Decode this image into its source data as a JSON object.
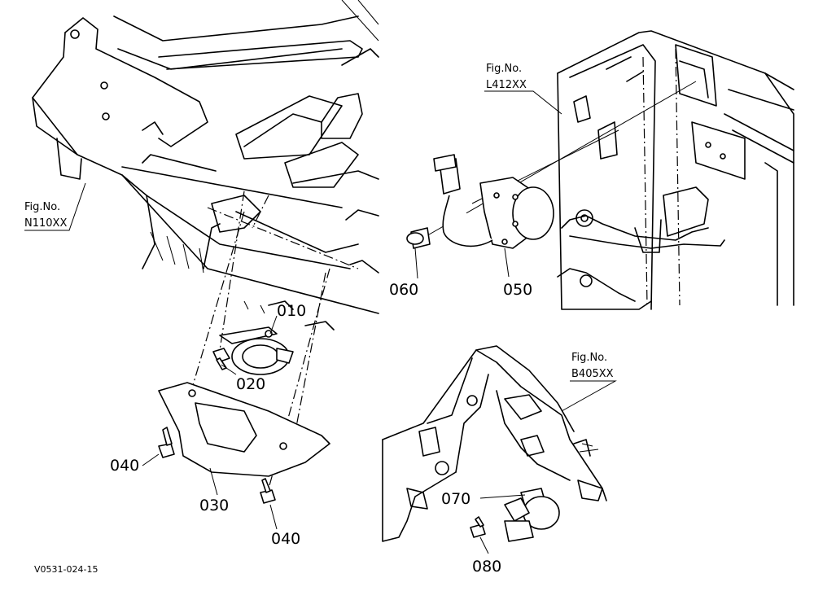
{
  "fig_refs": {
    "n110": {
      "line1": "Fig.No.",
      "line2": "N110XX"
    },
    "l412": {
      "line1": "Fig.No.",
      "line2": "L412XX"
    },
    "b405": {
      "line1": "Fig.No.",
      "line2": "B405XX"
    }
  },
  "parts": {
    "p010": "010",
    "p020": "020",
    "p030": "030",
    "p040a": "040",
    "p040b": "040",
    "p050": "050",
    "p060": "060",
    "p070": "070",
    "p080": "080"
  },
  "drawing_code": "V0531-024-15"
}
